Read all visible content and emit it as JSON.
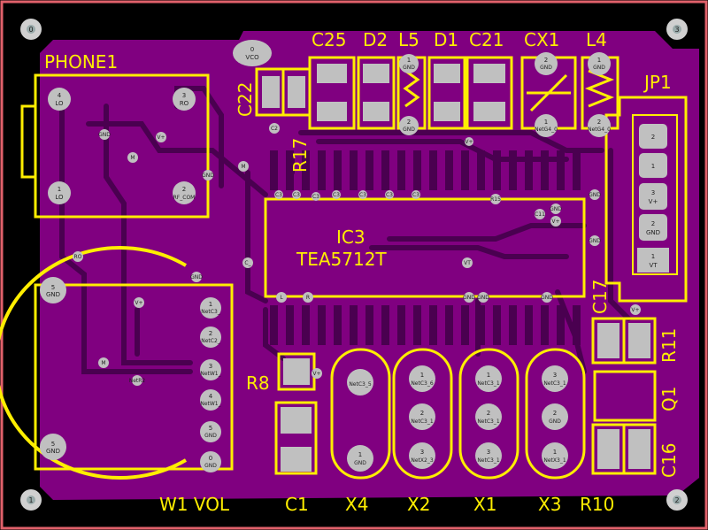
{
  "colors": {
    "background": "#000000",
    "board_outline": "#e0606a",
    "copper": "#800080",
    "copper_trace": "#5a0060",
    "silkscreen": "#ffee00",
    "pad": "#c0c0c0",
    "pad_text": "#1a1a1a"
  },
  "mounting_holes": [
    "0",
    "3",
    "1",
    "2"
  ],
  "silkscreen_labels": {
    "phone1": "PHONE1",
    "c25": "C25",
    "d2": "D2",
    "l5": "L5",
    "d1": "D1",
    "c21": "C21",
    "cx1": "CX1",
    "l4": "L4",
    "jp1": "JP1",
    "c22": "C22",
    "r17": "R17",
    "ic3": "IC3",
    "tea5712t": "TEA5712T",
    "c17": "C17",
    "r11": "R11",
    "q1": "Q1",
    "c16": "C16",
    "r8": "R8",
    "w1_vol": "W1 VOL",
    "c1": "C1",
    "x4": "X4",
    "x2": "X2",
    "x1": "X1",
    "x3": "X3",
    "r10": "R10"
  },
  "phone1_pads": [
    {
      "num": "4",
      "net": "LO"
    },
    {
      "num": "3",
      "net": "RO"
    },
    {
      "num": "1",
      "net": "LO"
    },
    {
      "num": "2",
      "net": "RF_COM"
    }
  ],
  "jp1_pads": [
    {
      "num": "2",
      "net": ""
    },
    {
      "num": "1",
      "net": ""
    },
    {
      "num": "3",
      "net": "V+"
    },
    {
      "num": "2",
      "net": "GND"
    },
    {
      "num": "1",
      "net": "VT"
    }
  ],
  "w1_pads": [
    {
      "num": "1",
      "net": "NetC3_"
    },
    {
      "num": "2",
      "net": "NetC2_"
    },
    {
      "num": "3",
      "net": "NetW1_"
    },
    {
      "num": "4",
      "net": "NetW1_"
    },
    {
      "num": "5",
      "net": "GND"
    },
    {
      "num": "0",
      "net": "GND"
    }
  ],
  "w1_big_pads": [
    {
      "num": "5",
      "net": "GND"
    },
    {
      "num": "5",
      "net": "GND"
    }
  ],
  "crystals": [
    {
      "top_num": "",
      "top_net": "NetC3_5",
      "bot_num": "1",
      "bot_net": "GND"
    },
    {
      "top_num": "1",
      "top_net": "NetC3_6",
      "mid_num": "2",
      "mid_net": "NetC3_1",
      "bot_num": "3",
      "bot_net": "NetX2_3"
    },
    {
      "top_num": "1",
      "top_net": "NetC3_1",
      "mid_num": "2",
      "mid_net": "NetC3_1",
      "bot_num": "3",
      "bot_net": "NetC3_1"
    },
    {
      "top_num": "3",
      "top_net": "NetC3_1",
      "mid_num": "2",
      "mid_net": "GND",
      "bot_num": "1",
      "bot_net": "NetX3_1"
    }
  ],
  "top_row_pads": [
    {
      "num": "2",
      "net": "GND"
    },
    {
      "num": "1",
      "net": "NetG4_0"
    },
    {
      "num": "1",
      "net": "GND"
    },
    {
      "num": "2",
      "net": "NetG4_0"
    }
  ],
  "vco_pad": {
    "num": "0",
    "net": "VCO"
  },
  "net_labels": [
    "GND",
    "V+",
    "M",
    "M",
    "GND",
    "GND",
    "RO",
    "V+",
    "M",
    "NetR2",
    "V+",
    "VT",
    "L",
    "R",
    "R15",
    "C11",
    "GND",
    "GND",
    "C2",
    "C3",
    "C3",
    "C3",
    "C3",
    "C3",
    "C3",
    "C3",
    "V+",
    "GND",
    "GND",
    "V+",
    "V+",
    "GND",
    "GND",
    "C_"
  ]
}
